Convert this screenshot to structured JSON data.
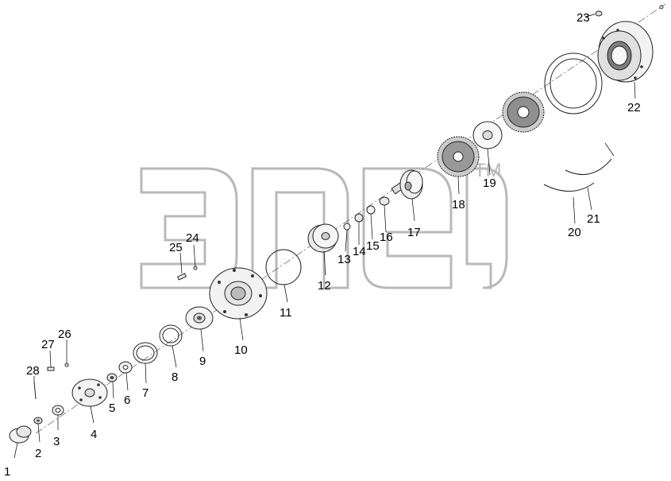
{
  "watermark": {
    "mark": "TM"
  },
  "labels": {
    "l1": "1",
    "l2": "2",
    "l3": "3",
    "l4": "4",
    "l5": "5",
    "l6": "6",
    "l7": "7",
    "l8": "8",
    "l9": "9",
    "l10": "10",
    "l11": "11",
    "l12": "12",
    "l13": "13",
    "l14": "14",
    "l15": "15",
    "l16": "16",
    "l17": "17",
    "l18": "18",
    "l19": "19",
    "l20": "20",
    "l21": "21",
    "l22": "22",
    "l23": "23",
    "l24": "24",
    "l25": "25",
    "l26": "26",
    "l27": "27",
    "l28": "28"
  }
}
